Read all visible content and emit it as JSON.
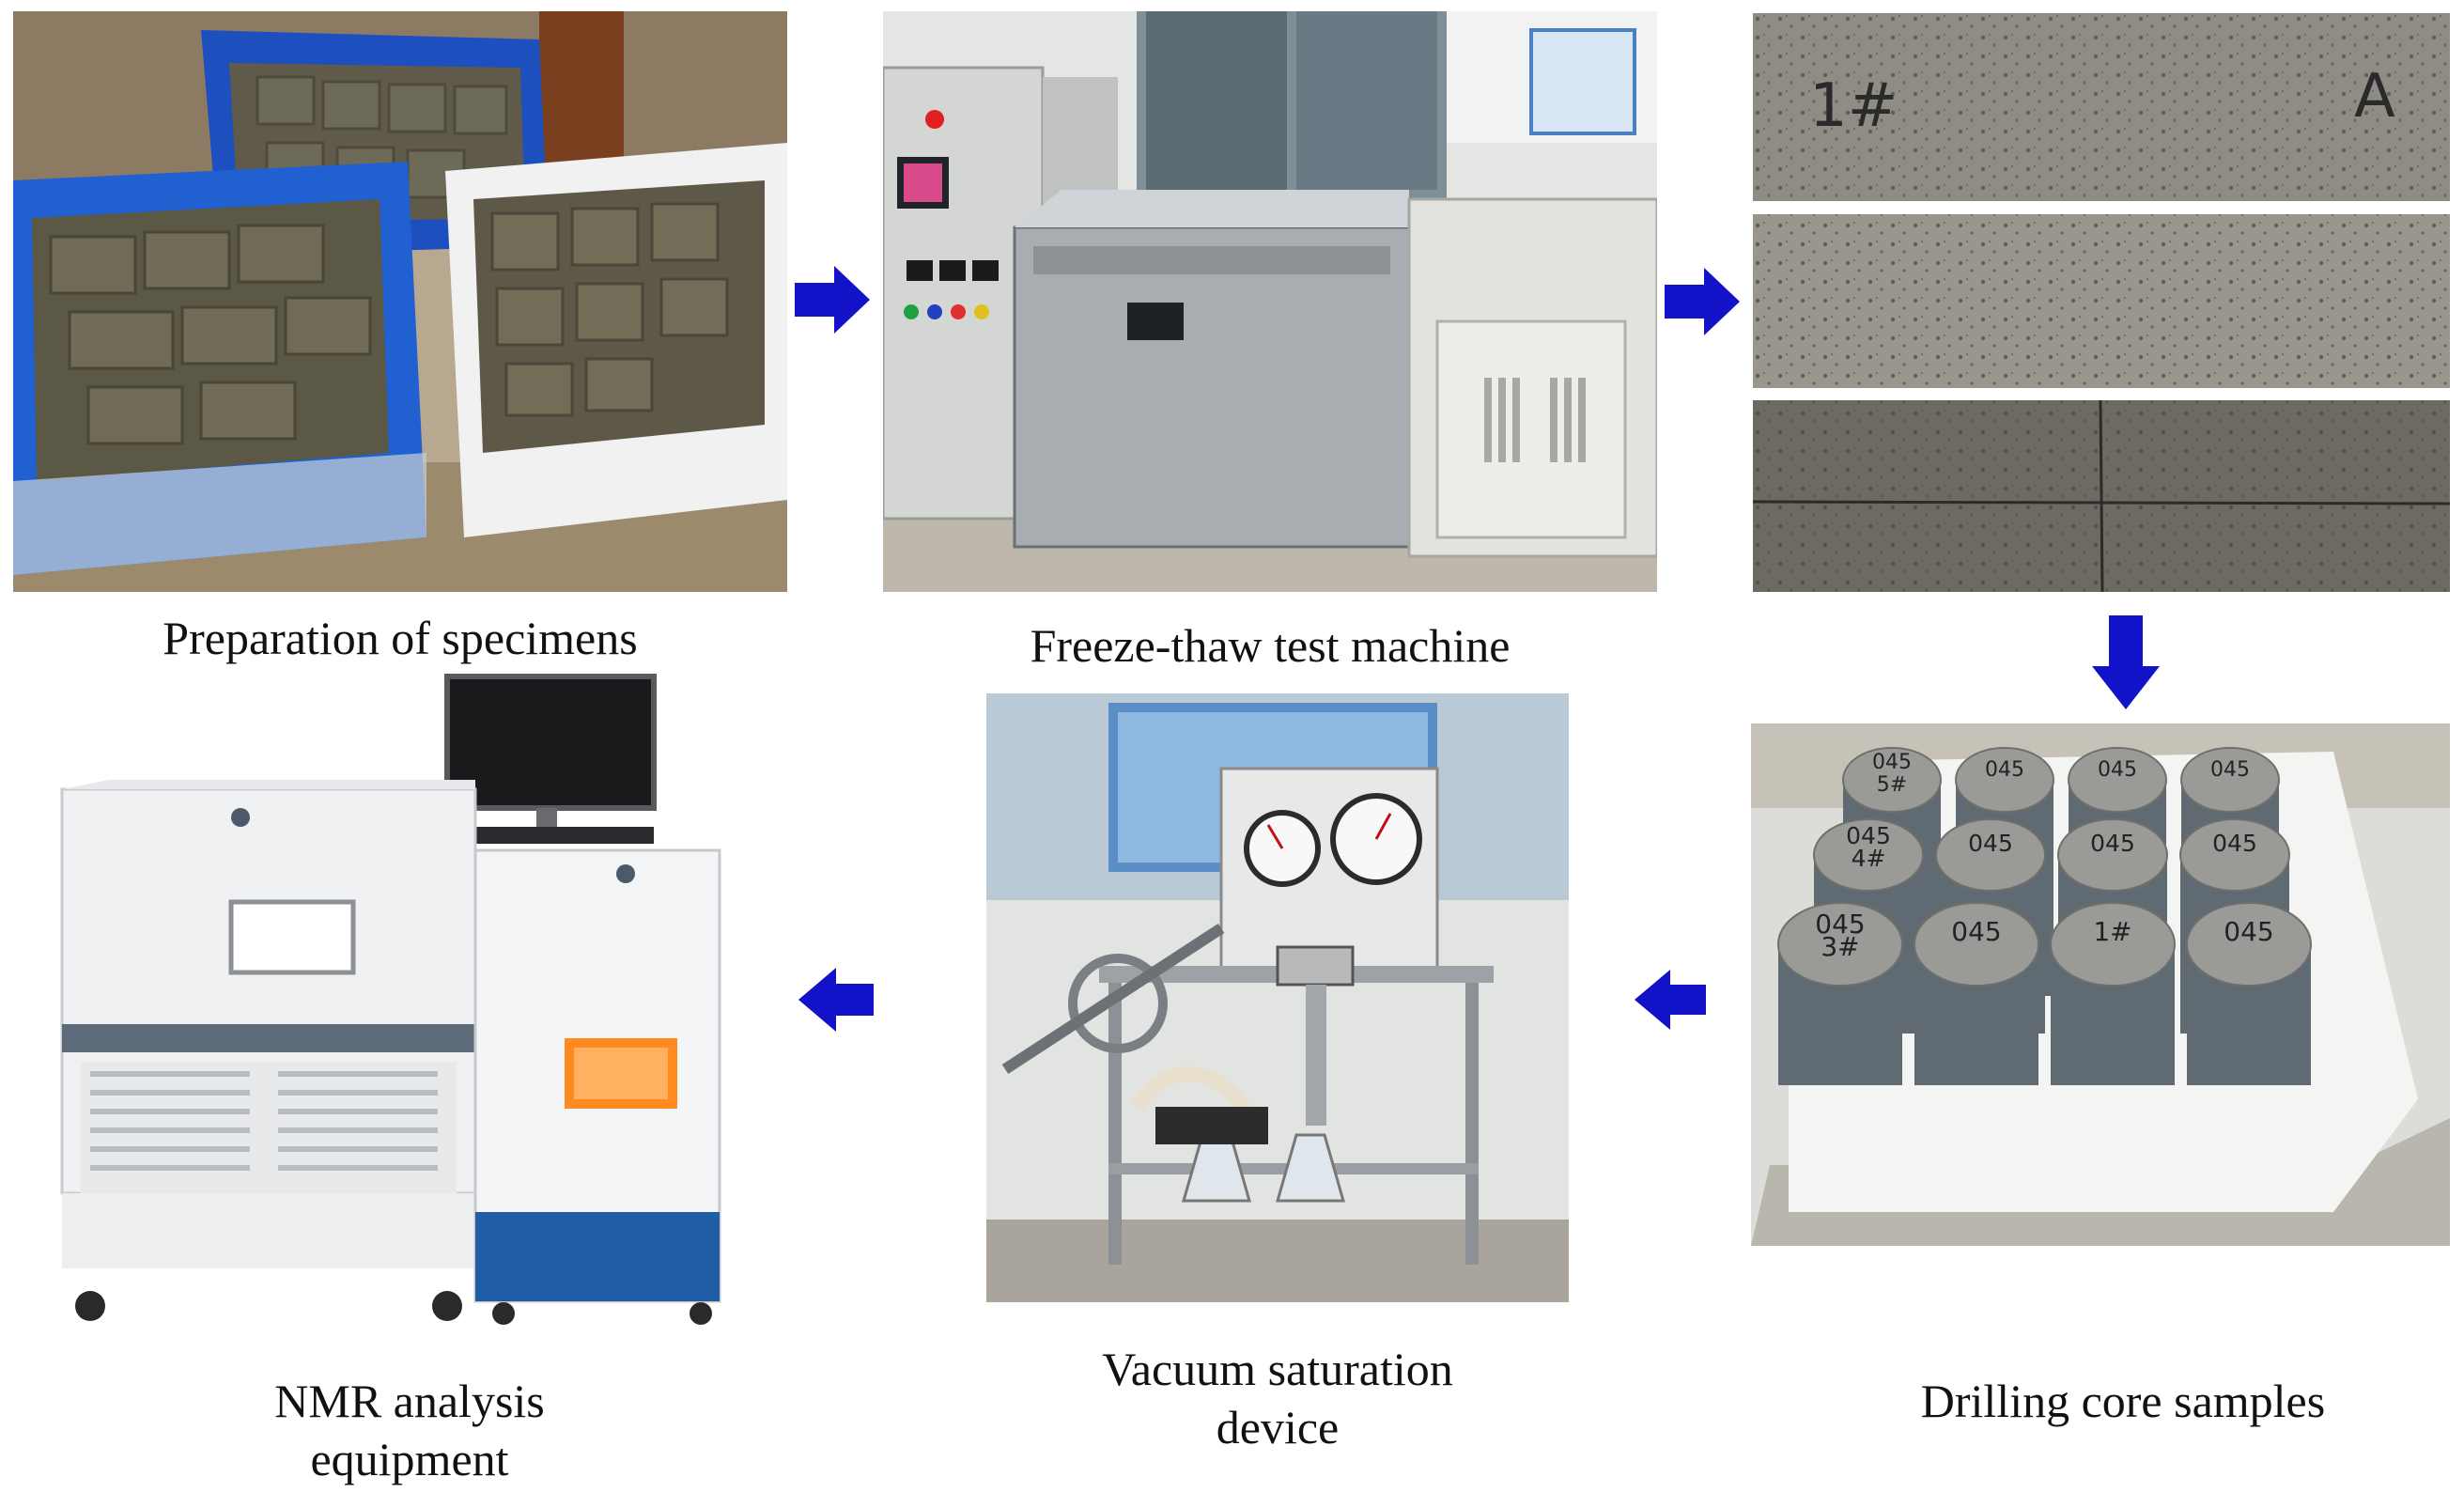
{
  "captions": {
    "preparation": "Preparation of specimens",
    "freeze_thaw": "Freeze-thaw test machine",
    "nmr": "NMR analysis\nequipment",
    "vacuum": "Vacuum saturation\ndevice",
    "drilling": "Drilling core samples"
  },
  "specimen_labels": [
    "1#",
    "A"
  ],
  "core_labels": [
    "045\n5#",
    "045",
    "045",
    "045",
    "045\n4#",
    "045",
    "045",
    "045",
    "045\n3#",
    "045",
    "1#",
    "045"
  ],
  "colors": {
    "arrow": "#1212c8",
    "steel": "#c8ccd0",
    "concrete": "#7d7a73",
    "nmr_blue": "#1f5ea6",
    "nmr_orange": "#ff8a1f"
  }
}
